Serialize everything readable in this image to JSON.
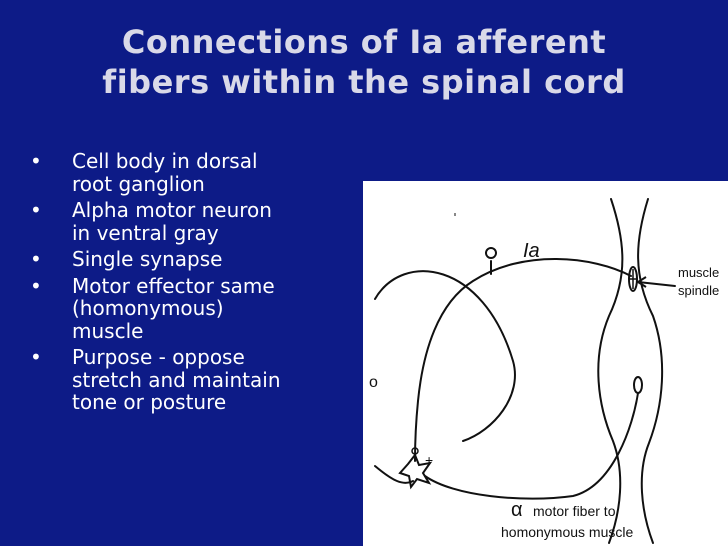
{
  "title": {
    "line1": "Connections of Ia afferent",
    "line2": "fibers within the spinal cord"
  },
  "bullet_glyph": "•",
  "bullets": [
    {
      "lines": [
        "Cell body in dorsal",
        "root ganglion"
      ]
    },
    {
      "lines": [
        "Alpha motor neuron",
        "in ventral gray"
      ]
    },
    {
      "lines": [
        "Single synapse"
      ]
    },
    {
      "lines": [
        "Motor effector same",
        "(homonymous)",
        "muscle"
      ]
    },
    {
      "lines": [
        "Purpose - oppose",
        "stretch and maintain",
        "tone or posture"
      ]
    }
  ],
  "figure": {
    "label_ia": "Ia",
    "label_muscle": "muscle",
    "label_spindle": "spindle",
    "label_alpha": "α",
    "label_motor_fiber": "motor  fiber  to",
    "label_homonymous": "homonymous  muscle",
    "label_plus": "+",
    "label_o": "o"
  },
  "colors": {
    "background": "#0d1b87",
    "title": "#d9d9e8",
    "text": "#ffffff",
    "figure_bg": "#ffffff"
  }
}
